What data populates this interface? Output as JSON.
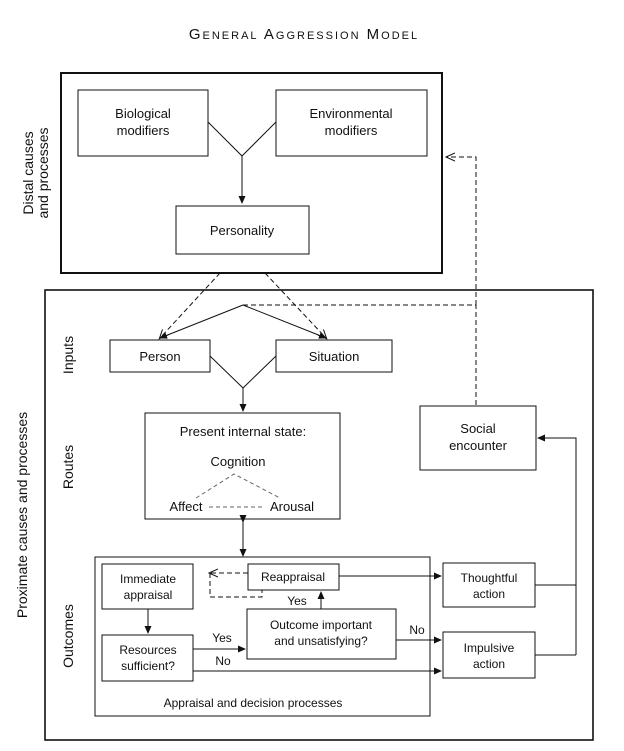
{
  "title": "General Aggression Model",
  "sections": {
    "distal": [
      "Distal causes",
      "and processes"
    ],
    "proximate": "Proximate causes and processes",
    "inputs": "Inputs",
    "routes": "Routes",
    "outcomes": "Outcomes"
  },
  "nodes": {
    "biological": [
      "Biological",
      "modifiers"
    ],
    "environmental": [
      "Environmental",
      "modifiers"
    ],
    "personality": "Personality",
    "person": "Person",
    "situation": "Situation",
    "internal_state": "Present internal state:",
    "cognition": "Cognition",
    "affect": "Affect",
    "arousal": "Arousal",
    "social_encounter": [
      "Social",
      "encounter"
    ],
    "immediate_appraisal": [
      "Immediate",
      "appraisal"
    ],
    "reappraisal": "Reappraisal",
    "outcome_question": [
      "Outcome important",
      "and unsatisfying?"
    ],
    "resources": [
      "Resources",
      "sufficient?"
    ],
    "thoughtful": [
      "Thoughtful",
      "action"
    ],
    "impulsive": [
      "Impulsive",
      "action"
    ],
    "appraisal_processes": "Appraisal and decision processes"
  },
  "edge_labels": {
    "yes_top": "Yes",
    "yes_mid": "Yes",
    "no_mid": "No",
    "no_right": "No"
  }
}
